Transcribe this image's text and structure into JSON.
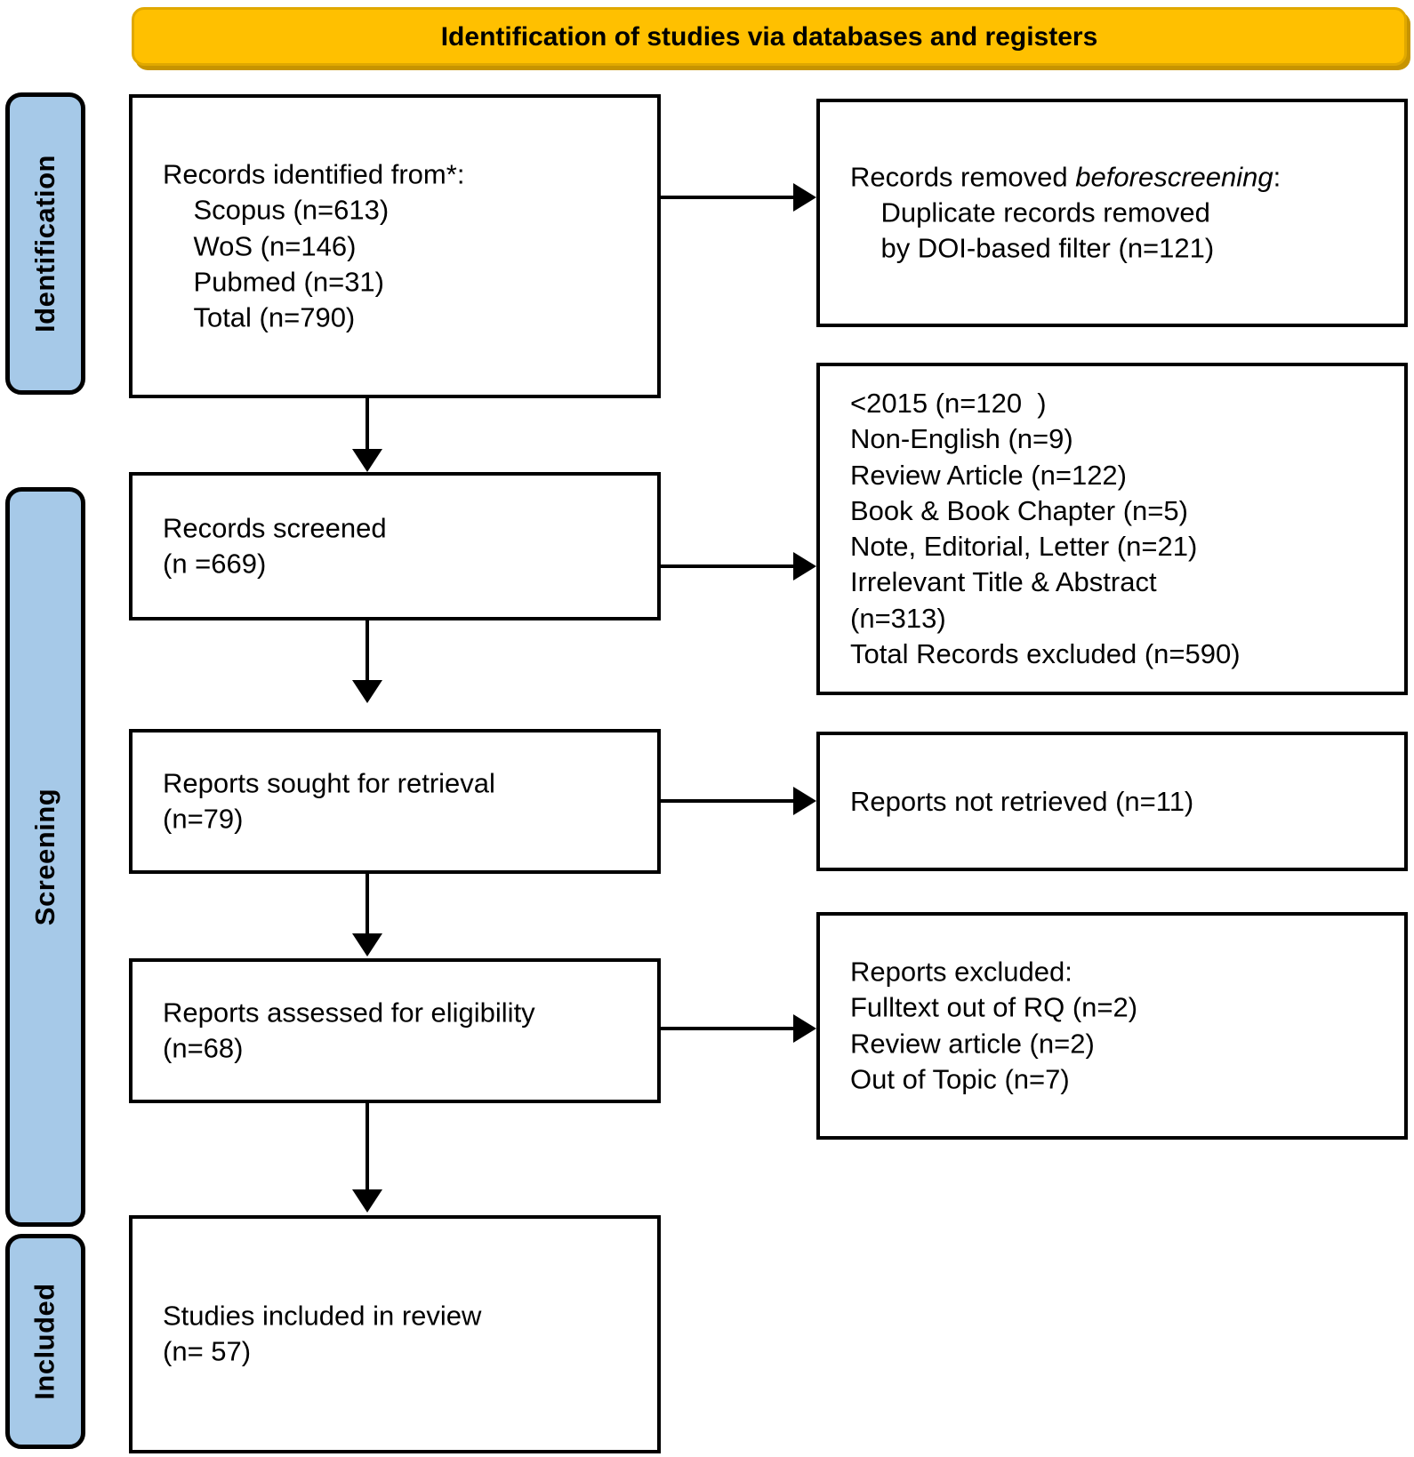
{
  "diagram": {
    "title": "Identification of studies via databases and registers",
    "type": "PRISMA flow diagram",
    "colors": {
      "banner_fill": "#FFC000",
      "banner_shadow": "#C79400",
      "stage_bar_fill": "#A6C9E8",
      "box_border": "#000000",
      "box_fill": "#FFFFFF",
      "text": "#000000"
    }
  },
  "stages": [
    {
      "id": "identification",
      "label": "Identification"
    },
    {
      "id": "screening",
      "label": "Screening"
    },
    {
      "id": "included",
      "label": "Included"
    }
  ],
  "boxes": {
    "records_identified": {
      "text": "Records identified from*:\n    Scopus (n=613)\n    WoS (n=146)\n    Pubmed (n=31)\n    Total (n=790)",
      "lines": [
        "Records identified from*:",
        "    Scopus (n=613)",
        "    WoS (n=146)",
        "    Pubmed (n=31)",
        "    Total (n=790)"
      ]
    },
    "records_removed": {
      "line1_plain": "Records removed ",
      "line1_italic": "before",
      "line2_italic": "screening",
      "line2_plain": ":",
      "rest": "\n    Duplicate records removed\n    by DOI-based filter (n=121)"
    },
    "records_screened": {
      "text": "Records screened\n(n =669)",
      "lines": [
        "Records screened",
        "(n =669)"
      ]
    },
    "records_excluded": {
      "text": "<2015 (n=120  )\nNon-English (n=9)\nReview Article (n=122)\nBook & Book Chapter (n=5)\nNote, Editorial, Letter (n=21)\nIrrelevant Title & Abstract\n(n=313)\nTotal Records excluded (n=590)",
      "lines": [
        "<2015 (n=120  )",
        "Non-English (n=9)",
        "Review Article (n=122)",
        "Book & Book Chapter (n=5)",
        "Note, Editorial, Letter (n=21)",
        "Irrelevant Title & Abstract",
        "(n=313)",
        "Total Records excluded (n=590)"
      ]
    },
    "reports_sought": {
      "text": "Reports sought for retrieval\n(n=79)",
      "lines": [
        "Reports sought for retrieval",
        "(n=79)"
      ]
    },
    "reports_not_retrieved": {
      "text": "Reports not retrieved (n=11)",
      "lines": [
        "Reports not retrieved (n=11)"
      ]
    },
    "reports_assessed": {
      "text": "Reports assessed for eligibility\n(n=68)",
      "lines": [
        "Reports assessed for eligibility",
        "(n=68)"
      ]
    },
    "reports_excluded": {
      "text": "Reports excluded:\nFulltext out of RQ (n=2)\nReview article (n=2)\nOut of Topic (n=7)",
      "lines": [
        "Reports excluded:",
        "Fulltext out of RQ (n=2)",
        "Review article (n=2)",
        "Out of Topic (n=7)"
      ]
    },
    "studies_included": {
      "text": "Studies included in review\n(n= 57)",
      "lines": [
        "Studies included in review",
        "(n= 57)"
      ]
    }
  },
  "counts": {
    "scopus": 613,
    "wos": 146,
    "pubmed": 31,
    "total_identified": 790,
    "duplicates_removed": 121,
    "records_screened": 669,
    "excluded_before_2015": 120,
    "excluded_non_english": 9,
    "excluded_review_article": 122,
    "excluded_book_chapter": 5,
    "excluded_note_editorial_letter": 21,
    "excluded_irrelevant_title_abstract": 313,
    "total_records_excluded": 590,
    "reports_sought": 79,
    "reports_not_retrieved": 11,
    "reports_assessed": 68,
    "excluded_fulltext_out_of_rq": 2,
    "excluded_review_article_fulltext": 2,
    "excluded_out_of_topic": 7,
    "studies_included": 57
  }
}
